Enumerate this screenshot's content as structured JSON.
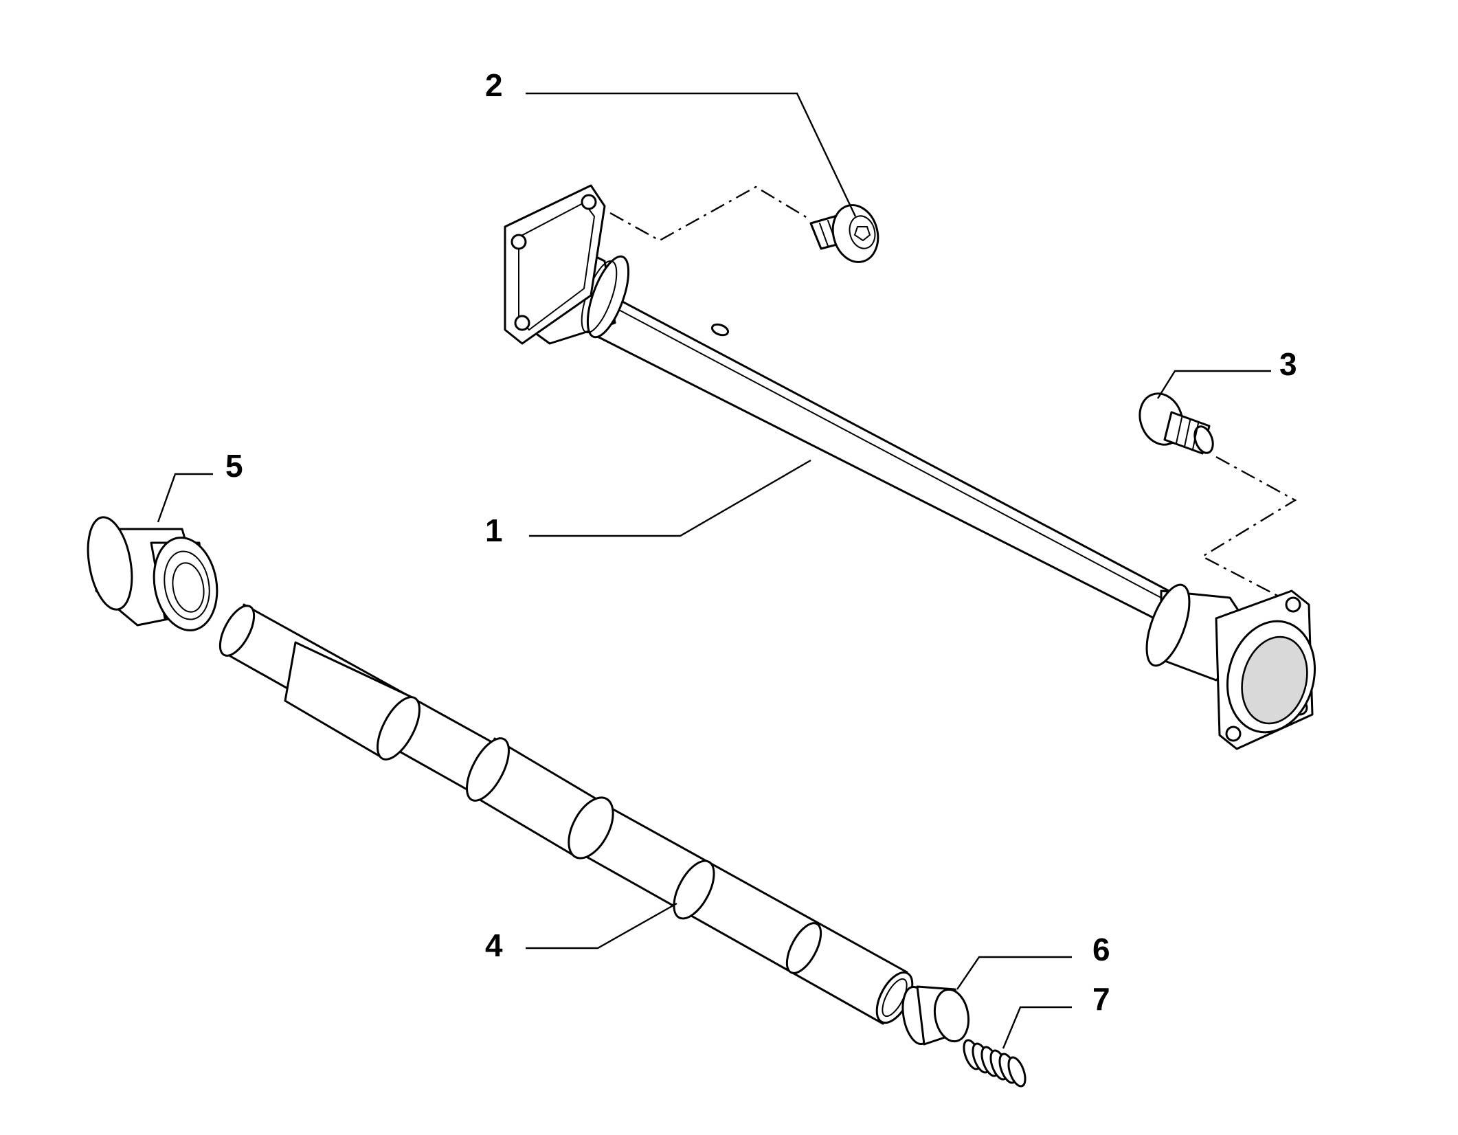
{
  "diagram": {
    "callouts": [
      {
        "id": "1",
        "label": "1"
      },
      {
        "id": "2",
        "label": "2"
      },
      {
        "id": "3",
        "label": "3"
      },
      {
        "id": "4",
        "label": "4"
      },
      {
        "id": "5",
        "label": "5"
      },
      {
        "id": "6",
        "label": "6"
      },
      {
        "id": "7",
        "label": "7"
      }
    ],
    "parts": [
      {
        "callout": "1",
        "name": "tube-housing"
      },
      {
        "callout": "2",
        "name": "socket-head-bolt"
      },
      {
        "callout": "3",
        "name": "socket-head-bolt"
      },
      {
        "callout": "4",
        "name": "shaft"
      },
      {
        "callout": "5",
        "name": "bushing"
      },
      {
        "callout": "6",
        "name": "plug"
      },
      {
        "callout": "7",
        "name": "spring"
      }
    ]
  }
}
